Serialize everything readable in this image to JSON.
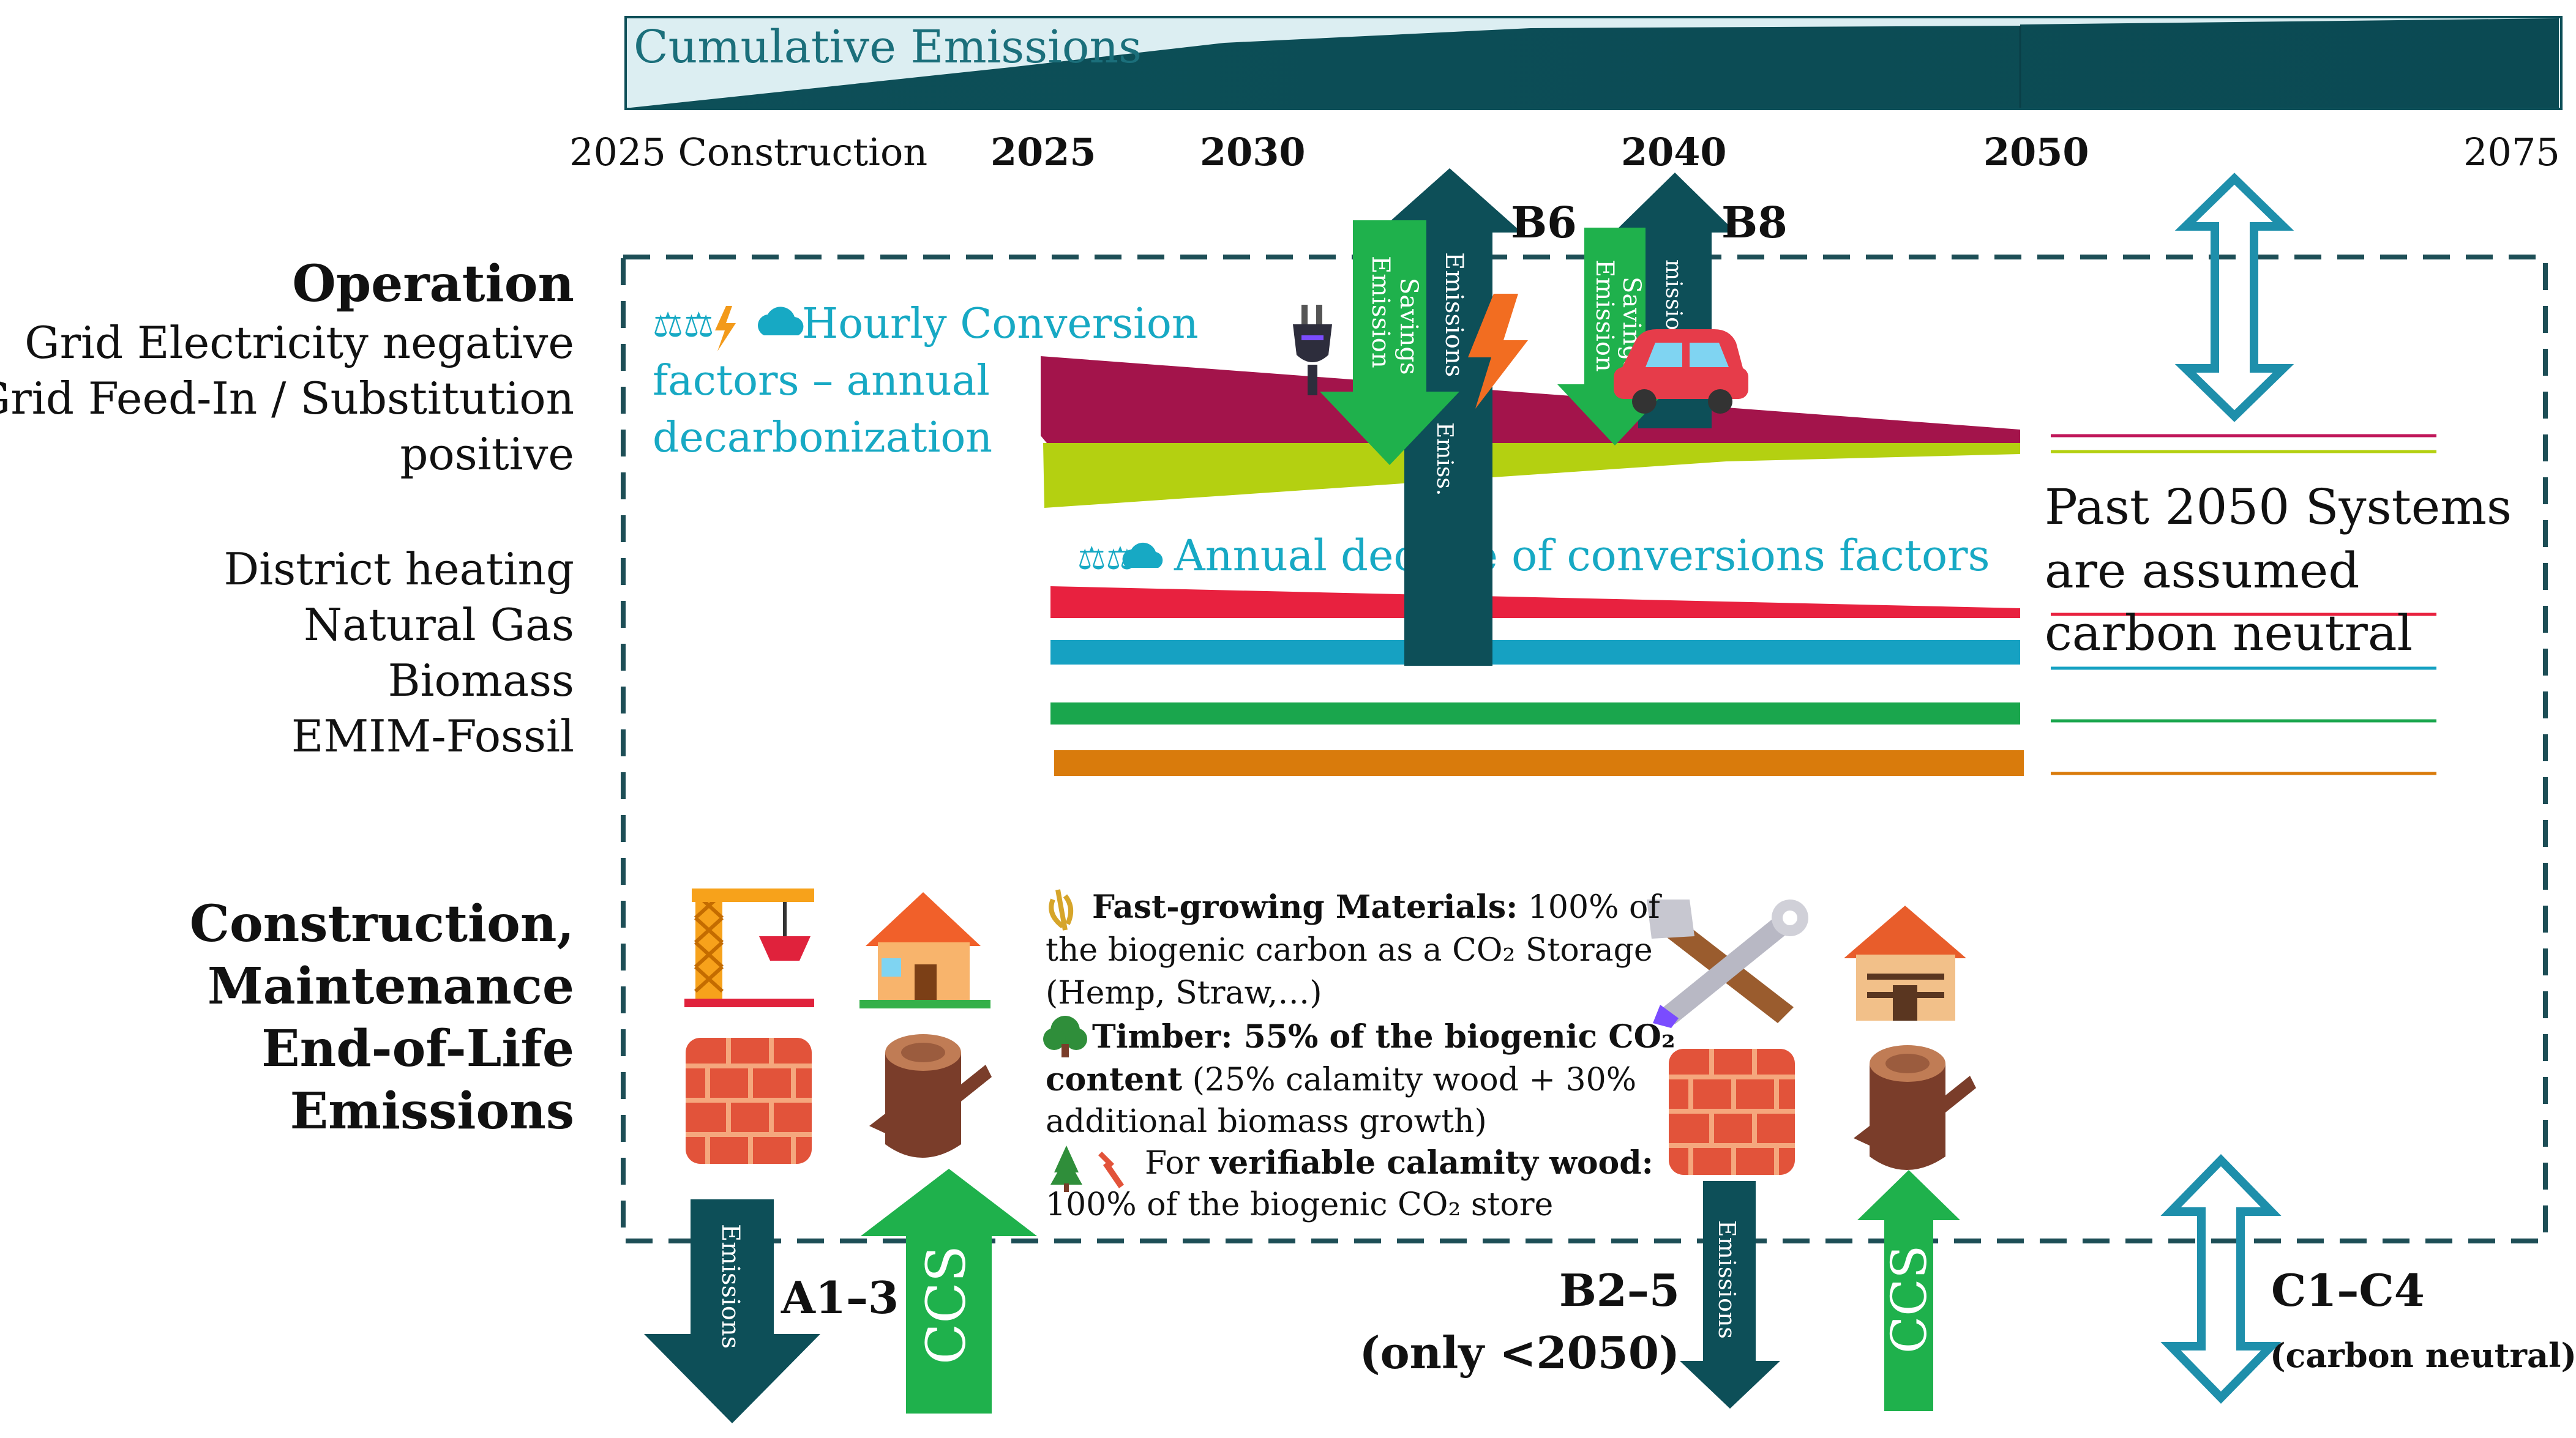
{
  "timeline": {
    "cumulative_label": "Cumulative Emissions",
    "years": [
      "2025 Construction",
      "2025",
      "2030",
      "2040",
      "2050",
      "2075"
    ]
  },
  "operation": {
    "heading": "Operation",
    "lines": [
      "Grid Electricity negative",
      "Grid Feed-In / Substitution",
      "positive"
    ],
    "energy_sources": [
      "District heating",
      "Natural Gas",
      "Biomass",
      "EMIM-Fossil"
    ],
    "hourly_note": [
      "Hourly Conversion",
      "factors – annual",
      "decarbonization"
    ],
    "annual_note": "Annual decline of conversions factors",
    "b6_label": "B6",
    "b8_label": "B8"
  },
  "arrows": {
    "emissions": "Emissions",
    "savings": "Savings",
    "emission": "Emission",
    "emiss": "Emiss.",
    "missions": "missions",
    "ccs": "CCS"
  },
  "past_2050": [
    "Past 2050 Systems",
    "are assumed",
    "carbon neutral"
  ],
  "construction": {
    "heading": [
      "Construction,",
      "Maintenance",
      "End-of-Life",
      "Emissions"
    ],
    "fast_growing_bold": "Fast-growing Materials:",
    "fast_growing_rest": " 100% of",
    "fast_growing_lines": [
      "the biogenic carbon as a CO₂ Storage",
      "(Hemp, Straw,…)"
    ],
    "timber_bold_1": "Timber: 55% of the biogenic CO₂",
    "timber_bold_2": "content",
    "timber_rest": " (25% calamity wood + 30%",
    "timber_line3": "additional biomass growth)",
    "calamity_prefix": "For ",
    "calamity_bold": "verifiable calamity wood:",
    "calamity_line2": "100% of the biogenic CO₂ store"
  },
  "stages": {
    "a13": "A1–3",
    "b25": "B2–5",
    "b25_note": "(only <2050)",
    "c14": "C1–C4",
    "c14_note": "(carbon neutral)"
  },
  "colors": {
    "dark_teal": "#0d4f58",
    "green": "#1fb14c",
    "light_blue": "#1e8fab",
    "cyan_text": "#17a9c4",
    "maroon": "#a3144b",
    "lime": "#b4d011",
    "red": "#e8213f",
    "teal": "#16a1c2",
    "dark_green": "#1aa64d",
    "orange": "#d97b0c"
  }
}
